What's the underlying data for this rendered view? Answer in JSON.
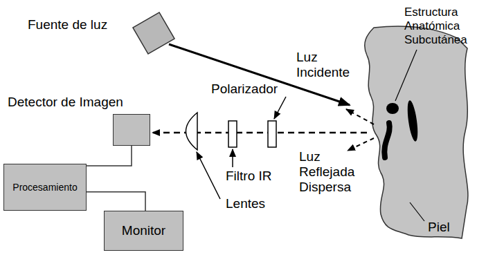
{
  "diagram": {
    "nodes": [
      {
        "text": [
          "Detector de Imagen"
        ]
      },
      {
        "text": [
          "Procesamiento"
        ]
      },
      {
        "text": [
          "Monitor"
        ]
      }
    ],
    "edges": [
      {
        "from": 0,
        "to": 1,
        "arrow": "none"
      },
      {
        "from": 1,
        "to": 2,
        "arrow": "none"
      }
    ],
    "labels": [
      "Fuente de luz",
      "Luz Incidente",
      "Estructura Anatómica Subcutánea",
      "Polarizador",
      "Filtro IR",
      "Lentes",
      "Luz Reflejada Dispersa",
      "Piel"
    ]
  }
}
